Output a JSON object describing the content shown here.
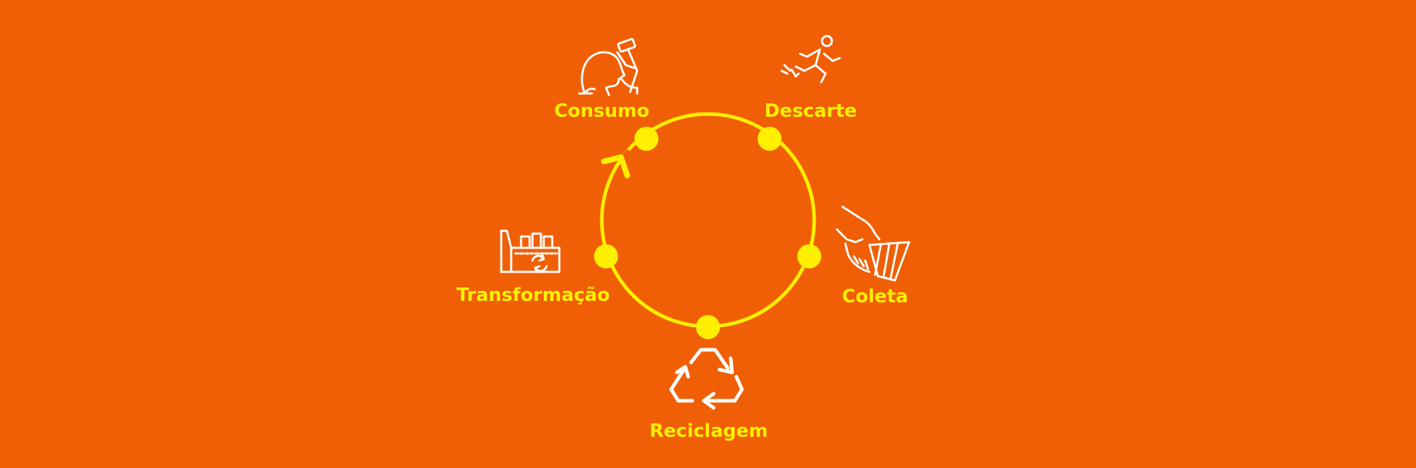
{
  "colors": {
    "background": "#F05F06",
    "cycle": "#FFEF00",
    "icons": "#FFFFFF"
  },
  "stages": [
    {
      "id": "consumo",
      "label": "Consumo",
      "icon": "drinking-person-icon"
    },
    {
      "id": "descarte",
      "label": "Descarte",
      "icon": "running-person-icon"
    },
    {
      "id": "coleta",
      "label": "Coleta",
      "icon": "hand-collecting-icon"
    },
    {
      "id": "reciclagem",
      "label": "Reciclagem",
      "icon": "recycle-icon"
    },
    {
      "id": "transformacao",
      "label": "Transformação",
      "icon": "factory-icon"
    }
  ]
}
